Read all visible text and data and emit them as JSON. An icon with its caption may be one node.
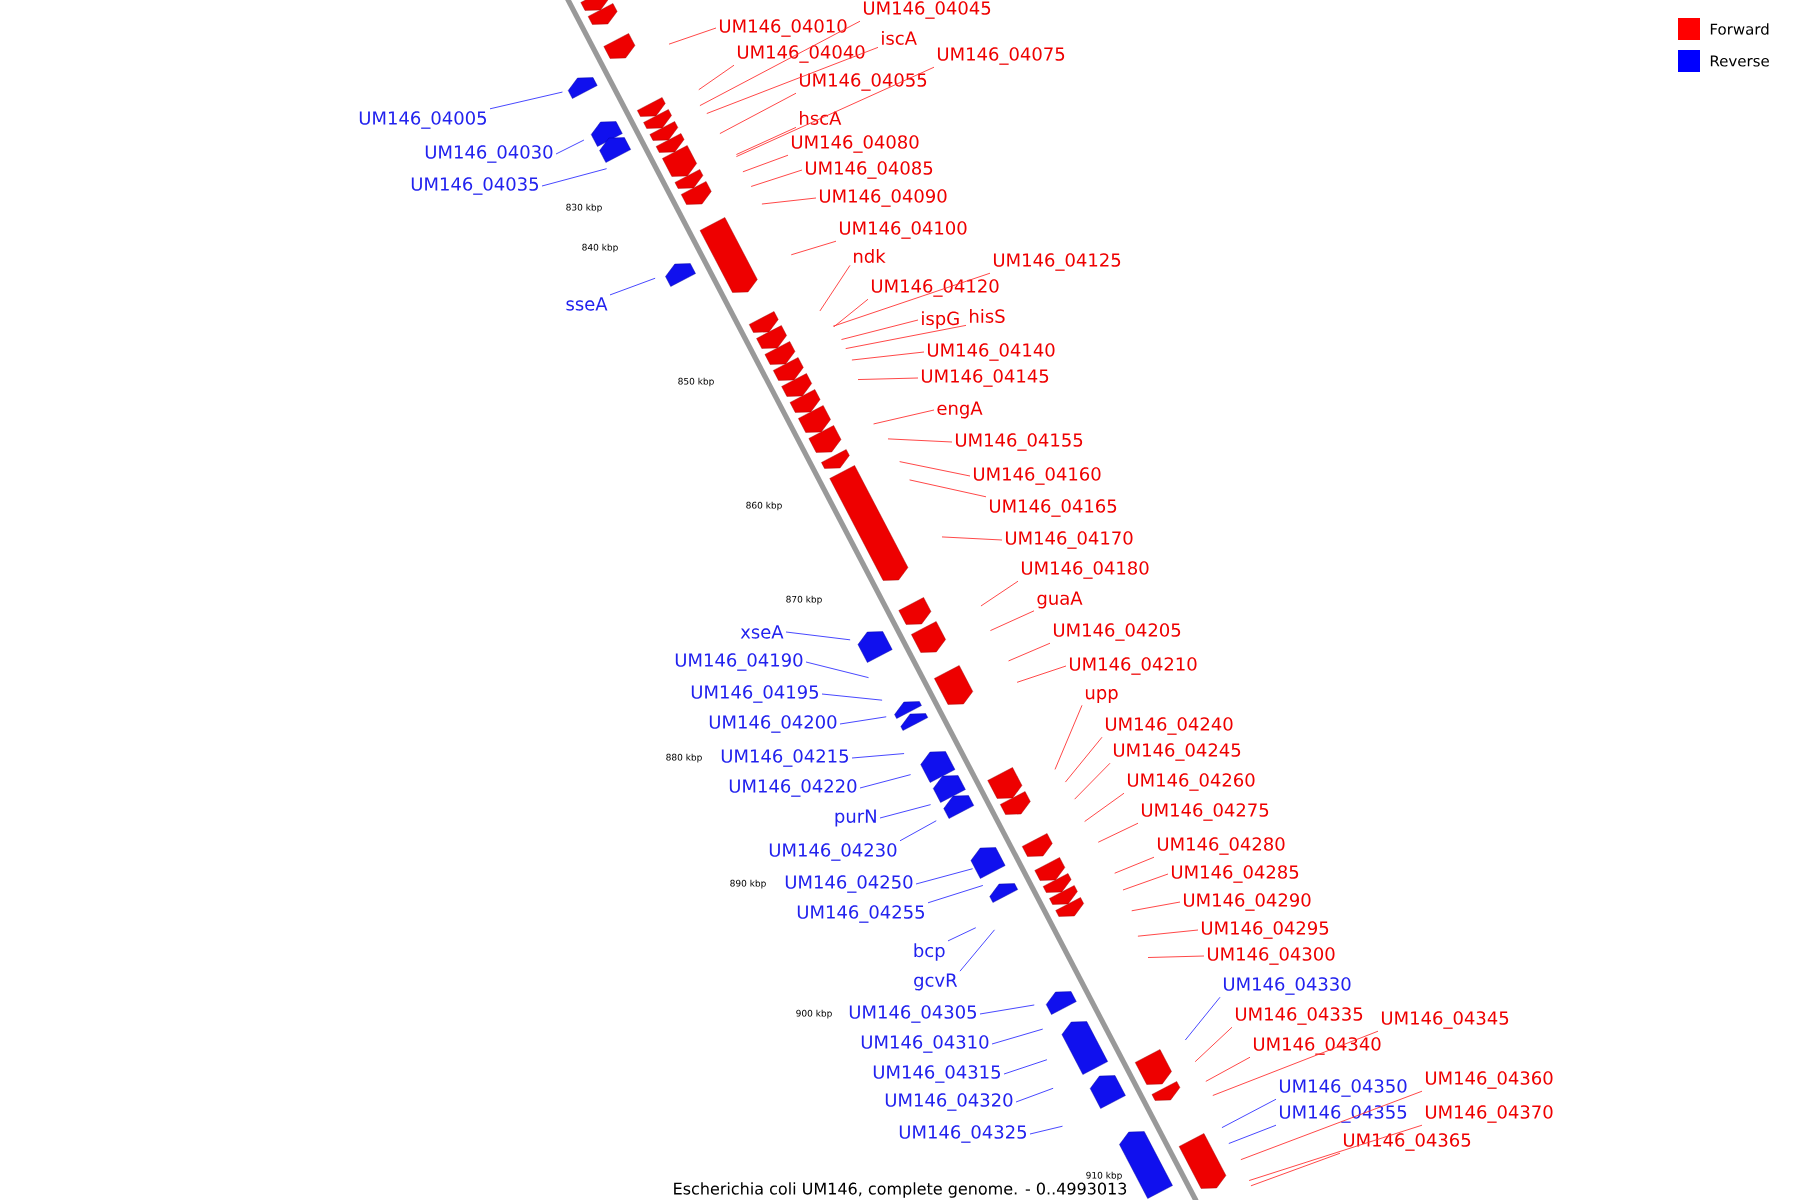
{
  "diagram": {
    "caption": "Escherichia coli UM146, complete genome. - 0..4993013",
    "nodes": [
      {
        "text": [
          "UM146_04045"
        ]
      },
      {
        "text": [
          "UM146_04010"
        ]
      },
      {
        "text": [
          "iscA"
        ]
      },
      {
        "text": [
          "UM146_04040"
        ]
      },
      {
        "text": [
          "UM146_04075"
        ]
      },
      {
        "text": [
          "UM146_04055"
        ]
      },
      {
        "text": [
          "hscA"
        ]
      },
      {
        "text": [
          "UM146_04005"
        ]
      },
      {
        "text": [
          "UM146_04080"
        ]
      },
      {
        "text": [
          "UM146_04030"
        ]
      },
      {
        "text": [
          "UM146_04085"
        ]
      },
      {
        "text": [
          "UM146_04035"
        ]
      },
      {
        "text": [
          "UM146_04090"
        ]
      },
      {
        "text": [
          "UM146_04100"
        ]
      },
      {
        "text": [
          "ndk"
        ]
      },
      {
        "text": [
          "UM146_04125"
        ]
      },
      {
        "text": [
          "UM146_04120"
        ]
      },
      {
        "text": [
          "sseA"
        ]
      },
      {
        "text": [
          "hisS"
        ]
      },
      {
        "text": [
          "ispG"
        ]
      },
      {
        "text": [
          "UM146_04140"
        ]
      },
      {
        "text": [
          "UM146_04145"
        ]
      },
      {
        "text": [
          "engA"
        ]
      },
      {
        "text": [
          "UM146_04155"
        ]
      },
      {
        "text": [
          "UM146_04160"
        ]
      },
      {
        "text": [
          "UM146_04165"
        ]
      },
      {
        "text": [
          "UM146_04170"
        ]
      },
      {
        "text": [
          "UM146_04180"
        ]
      },
      {
        "text": [
          "guaA"
        ]
      },
      {
        "text": [
          "UM146_04205"
        ]
      },
      {
        "text": [
          "xseA"
        ]
      },
      {
        "text": [
          "UM146_04190"
        ]
      },
      {
        "text": [
          "UM146_04210"
        ]
      },
      {
        "text": [
          "UM146_04195"
        ]
      },
      {
        "text": [
          "upp"
        ]
      },
      {
        "text": [
          "UM146_04200"
        ]
      },
      {
        "text": [
          "UM146_04240"
        ]
      },
      {
        "text": [
          "UM146_04245"
        ]
      },
      {
        "text": [
          "UM146_04215"
        ]
      },
      {
        "text": [
          "UM146_04260"
        ]
      },
      {
        "text": [
          "UM146_04220"
        ]
      },
      {
        "text": [
          "UM146_04275"
        ]
      },
      {
        "text": [
          "purN"
        ]
      },
      {
        "text": [
          "UM146_04280"
        ]
      },
      {
        "text": [
          "UM146_04230"
        ]
      },
      {
        "text": [
          "UM146_04285"
        ]
      },
      {
        "text": [
          "UM146_04250"
        ]
      },
      {
        "text": [
          "UM146_04290"
        ]
      },
      {
        "text": [
          "UM146_04255"
        ]
      },
      {
        "text": [
          "UM146_04295"
        ]
      },
      {
        "text": [
          "bcp"
        ]
      },
      {
        "text": [
          "UM146_04300"
        ]
      },
      {
        "text": [
          "gcvR"
        ]
      },
      {
        "text": [
          "UM146_04330"
        ]
      },
      {
        "text": [
          "UM146_04305"
        ]
      },
      {
        "text": [
          "UM146_04335"
        ]
      },
      {
        "text": [
          "UM146_04345"
        ]
      },
      {
        "text": [
          "UM146_04310"
        ]
      },
      {
        "text": [
          "UM146_04340"
        ]
      },
      {
        "text": [
          "UM146_04315"
        ]
      },
      {
        "text": [
          "UM146_04360"
        ]
      },
      {
        "text": [
          "UM146_04350"
        ]
      },
      {
        "text": [
          "UM146_04320"
        ]
      },
      {
        "text": [
          "UM146_04355"
        ]
      },
      {
        "text": [
          "UM146_04370"
        ]
      },
      {
        "text": [
          "UM146_04325"
        ]
      },
      {
        "text": [
          "UM146_04365"
        ]
      }
    ],
    "edges": [
      {
        "from": 0,
        "to": null,
        "arrow": "none"
      },
      {
        "from": 1,
        "to": null,
        "arrow": "none"
      },
      {
        "from": 2,
        "to": null,
        "arrow": "none"
      },
      {
        "from": 3,
        "to": null,
        "arrow": "none"
      },
      {
        "from": 4,
        "to": null,
        "arrow": "none"
      },
      {
        "from": 5,
        "to": null,
        "arrow": "none"
      },
      {
        "from": 6,
        "to": null,
        "arrow": "none"
      },
      {
        "from": 7,
        "to": null,
        "arrow": "none",
        "color": "#3333ff"
      },
      {
        "from": 8,
        "to": null,
        "arrow": "none"
      },
      {
        "from": 9,
        "to": null,
        "arrow": "none",
        "color": "#3333ff"
      },
      {
        "from": 10,
        "to": null,
        "arrow": "none"
      },
      {
        "from": 11,
        "to": null,
        "arrow": "none",
        "color": "#3333ff"
      },
      {
        "from": 12,
        "to": null,
        "arrow": "none"
      },
      {
        "from": 13,
        "to": null,
        "arrow": "none"
      },
      {
        "from": 14,
        "to": null,
        "arrow": "none"
      },
      {
        "from": 15,
        "to": null,
        "arrow": "none"
      },
      {
        "from": 16,
        "to": null,
        "arrow": "none"
      },
      {
        "from": 17,
        "to": null,
        "arrow": "none",
        "color": "#3333ff"
      },
      {
        "from": 18,
        "to": null,
        "arrow": "none"
      },
      {
        "from": 19,
        "to": null,
        "arrow": "none"
      },
      {
        "from": 20,
        "to": null,
        "arrow": "none"
      },
      {
        "from": 21,
        "to": null,
        "arrow": "none"
      },
      {
        "from": 22,
        "to": null,
        "arrow": "none"
      },
      {
        "from": 23,
        "to": null,
        "arrow": "none"
      },
      {
        "from": 24,
        "to": null,
        "arrow": "none"
      },
      {
        "from": 25,
        "to": null,
        "arrow": "none"
      },
      {
        "from": 26,
        "to": null,
        "arrow": "none"
      },
      {
        "from": 27,
        "to": null,
        "arrow": "none"
      },
      {
        "from": 28,
        "to": null,
        "arrow": "none"
      },
      {
        "from": 29,
        "to": null,
        "arrow": "none"
      },
      {
        "from": 30,
        "to": null,
        "arrow": "none",
        "color": "#3333ff"
      },
      {
        "from": 31,
        "to": null,
        "arrow": "none",
        "color": "#3333ff"
      },
      {
        "from": 32,
        "to": null,
        "arrow": "none"
      },
      {
        "from": 33,
        "to": null,
        "arrow": "none",
        "color": "#3333ff"
      },
      {
        "from": 34,
        "to": null,
        "arrow": "none"
      },
      {
        "from": 35,
        "to": null,
        "arrow": "none",
        "color": "#3333ff"
      },
      {
        "from": 36,
        "to": null,
        "arrow": "none"
      },
      {
        "from": 37,
        "to": null,
        "arrow": "none"
      },
      {
        "from": 38,
        "to": null,
        "arrow": "none",
        "color": "#3333ff"
      },
      {
        "from": 39,
        "to": null,
        "arrow": "none"
      },
      {
        "from": 40,
        "to": null,
        "arrow": "none",
        "color": "#3333ff"
      },
      {
        "from": 41,
        "to": null,
        "arrow": "none"
      },
      {
        "from": 42,
        "to": null,
        "arrow": "none",
        "color": "#3333ff"
      },
      {
        "from": 43,
        "to": null,
        "arrow": "none"
      },
      {
        "from": 44,
        "to": null,
        "arrow": "none",
        "color": "#3333ff"
      },
      {
        "from": 45,
        "to": null,
        "arrow": "none"
      },
      {
        "from": 46,
        "to": null,
        "arrow": "none",
        "color": "#3333ff"
      },
      {
        "from": 47,
        "to": null,
        "arrow": "none"
      },
      {
        "from": 48,
        "to": null,
        "arrow": "none",
        "color": "#3333ff"
      },
      {
        "from": 49,
        "to": null,
        "arrow": "none"
      },
      {
        "from": 50,
        "to": null,
        "arrow": "none",
        "color": "#3333ff"
      },
      {
        "from": 51,
        "to": null,
        "arrow": "none"
      },
      {
        "from": 52,
        "to": null,
        "arrow": "none",
        "color": "#3333ff"
      },
      {
        "from": 53,
        "to": null,
        "arrow": "none",
        "color": "#3333ff"
      },
      {
        "from": 54,
        "to": null,
        "arrow": "none",
        "color": "#3333ff"
      },
      {
        "from": 55,
        "to": null,
        "arrow": "none"
      },
      {
        "from": 56,
        "to": null,
        "arrow": "none"
      },
      {
        "from": 57,
        "to": null,
        "arrow": "none",
        "color": "#3333ff"
      },
      {
        "from": 58,
        "to": null,
        "arrow": "none"
      },
      {
        "from": 59,
        "to": null,
        "arrow": "none",
        "color": "#3333ff"
      },
      {
        "from": 60,
        "to": null,
        "arrow": "none"
      },
      {
        "from": 61,
        "to": null,
        "arrow": "none",
        "color": "#3333ff"
      },
      {
        "from": 62,
        "to": null,
        "arrow": "none",
        "color": "#3333ff"
      },
      {
        "from": 63,
        "to": null,
        "arrow": "none",
        "color": "#3333ff"
      },
      {
        "from": 64,
        "to": null,
        "arrow": "none"
      },
      {
        "from": 65,
        "to": null,
        "arrow": "none",
        "color": "#3333ff"
      },
      {
        "from": 66,
        "to": null,
        "arrow": "none"
      }
    ],
    "labels": [
      "830 kbp",
      "840 kbp",
      "850 kbp",
      "860 kbp",
      "870 kbp",
      "880 kbp",
      "890 kbp",
      "900 kbp",
      "910 kbp"
    ],
    "legend": [
      {
        "text": "Forward",
        "color": "#ff0000"
      },
      {
        "text": "Reverse",
        "color": "#0000ff"
      }
    ]
  }
}
